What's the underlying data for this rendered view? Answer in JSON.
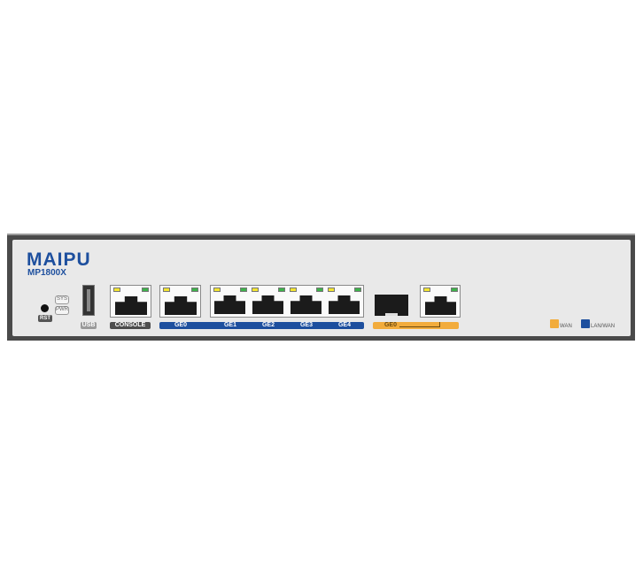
{
  "brand": {
    "logo": "MAIPU",
    "model": "MP1800X"
  },
  "indicators": {
    "sys": "SYS",
    "pwr": "PWR",
    "rst": "RST"
  },
  "ports": {
    "usb": "USB",
    "console": "CONSOLE",
    "ge0": "GE0",
    "ge1": "GE1",
    "ge2": "GE2",
    "ge3": "GE3",
    "ge4": "GE4",
    "sfp_ge0": "GE0"
  },
  "legend": {
    "wan": "WAN",
    "lanwan": "LAN/WAN",
    "wan_color": "#f2ac3c",
    "lanwan_color": "#1d4f9e"
  }
}
